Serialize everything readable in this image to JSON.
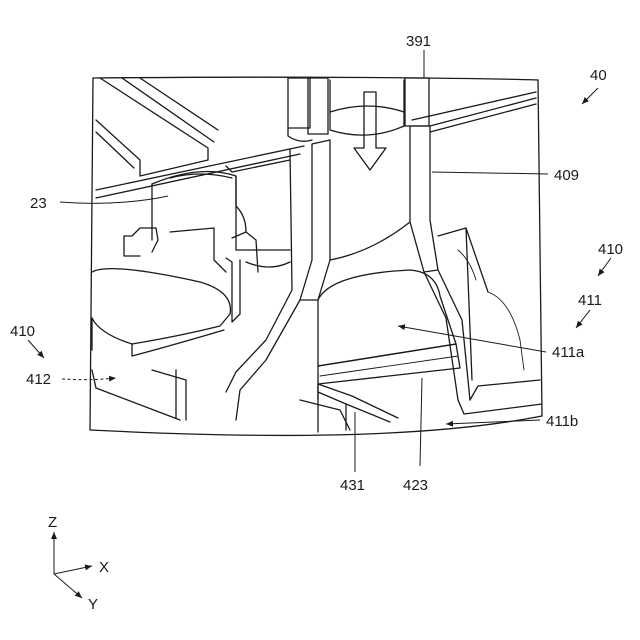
{
  "labels": {
    "l40": "40",
    "l391": "391",
    "l409": "409",
    "l23": "23",
    "l410_right": "410",
    "l411": "411",
    "l411a": "411a",
    "l410_left": "410",
    "l412": "412",
    "l411b": "411b",
    "l431": "431",
    "l423": "423"
  },
  "axes": {
    "z": "Z",
    "x": "X",
    "y": "Y"
  }
}
